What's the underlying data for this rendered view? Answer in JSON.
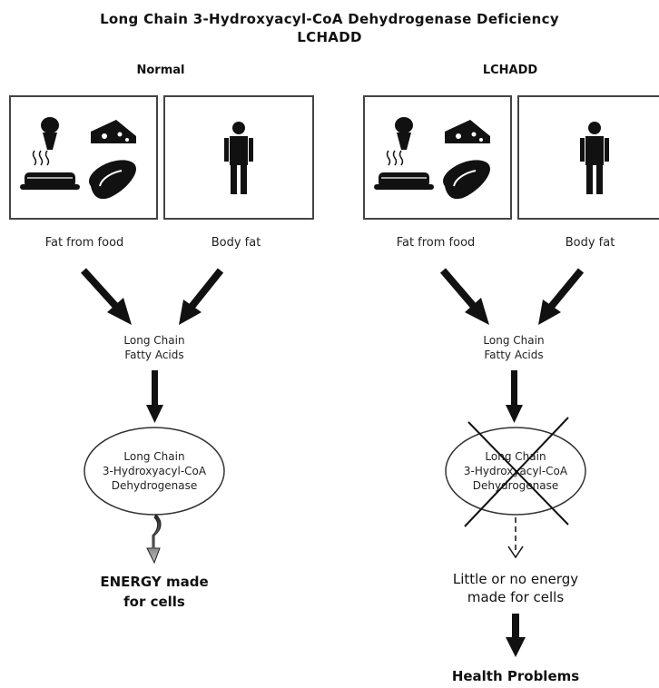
{
  "title": {
    "line1": "Long Chain 3-Hydroxyacyl-CoA Dehydrogenase Deficiency",
    "line2": "LCHADD"
  },
  "normal": {
    "heading": "Normal",
    "food_caption": "Fat from food",
    "body_caption": "Body fat",
    "fatty_acids_line1": "Long Chain",
    "fatty_acids_line2": "Fatty Acids",
    "enzyme_line1": "Long Chain",
    "enzyme_line2": "3-Hydroxyacyl-CoA",
    "enzyme_line3": "Dehydrogenase",
    "result_line1": "ENERGY made",
    "result_line2": "for cells"
  },
  "lchadd": {
    "heading": "LCHADD",
    "food_caption": "Fat from food",
    "body_caption": "Body fat",
    "fatty_acids_line1": "Long Chain",
    "fatty_acids_line2": "Fatty Acids",
    "enzyme_line1": "Long Chain",
    "enzyme_line2": "3-Hydroxyacyl-CoA",
    "enzyme_line3": "Dehydrogenase",
    "result_line1": "Little or no energy",
    "result_line2": "made for cells",
    "outcome": "Health Problems"
  },
  "icons": [
    "ice-cream-icon",
    "cheese-icon",
    "hot-dish-icon",
    "meat-icon",
    "person-icon"
  ]
}
